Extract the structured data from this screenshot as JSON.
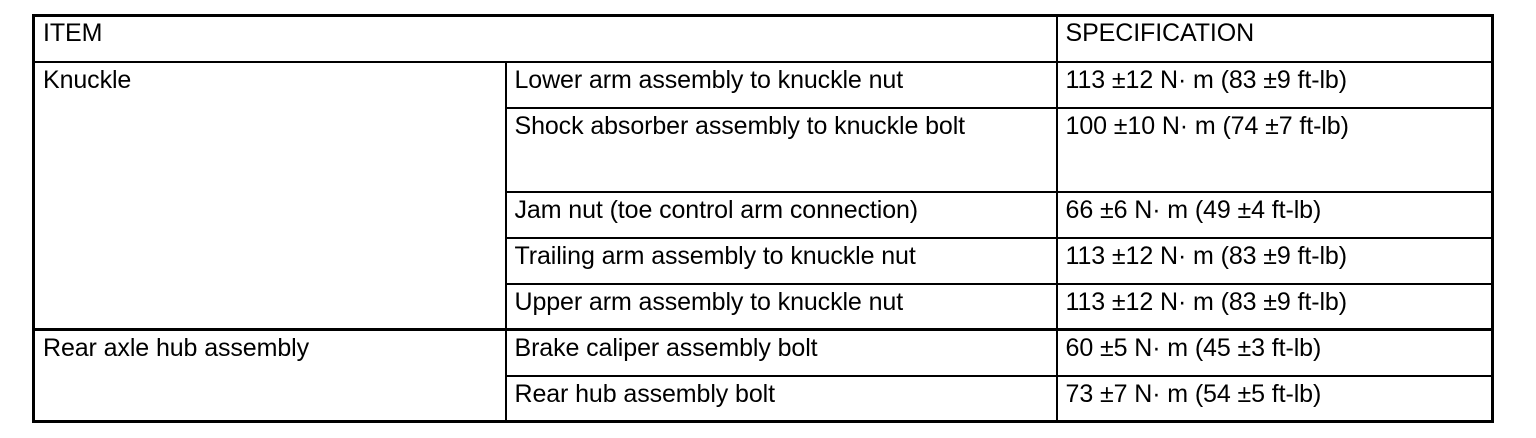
{
  "table": {
    "columns": [
      {
        "key": "item",
        "header": "ITEM"
      },
      {
        "key": "spec",
        "header": "SPECIFICATION"
      }
    ],
    "headers": {
      "item": "ITEM",
      "specification": "SPECIFICATION"
    },
    "groups": [
      {
        "name": "Knuckle",
        "rows": [
          {
            "description": "Lower arm assembly to knuckle nut",
            "specification": "113 ±12 N·  m (83 ±9 ft-lb)"
          },
          {
            "description": "Shock absorber assembly to knuckle bolt",
            "specification": "100 ±10 N·  m (74 ±7 ft-lb)"
          },
          {
            "description": "Jam nut (toe control arm connection)",
            "specification": "66 ±6 N·  m (49 ±4 ft-lb)"
          },
          {
            "description": "Trailing arm assembly to knuckle nut",
            "specification": "113 ±12 N·  m (83 ±9 ft-lb)"
          },
          {
            "description": "Upper arm assembly to knuckle nut",
            "specification": "113 ±12 N·  m (83 ±9 ft-lb)"
          }
        ]
      },
      {
        "name": "Rear axle hub assembly",
        "rows": [
          {
            "description": "Brake caliper assembly bolt",
            "specification": "60 ±5 N·  m (45 ±3 ft-lb)"
          },
          {
            "description": "Rear hub assembly bolt",
            "specification": "73 ±7 N·  m (54 ±5 ft-lb)"
          }
        ]
      }
    ]
  },
  "colors": {
    "border": "#000000",
    "text": "#000000",
    "background": "#ffffff"
  }
}
